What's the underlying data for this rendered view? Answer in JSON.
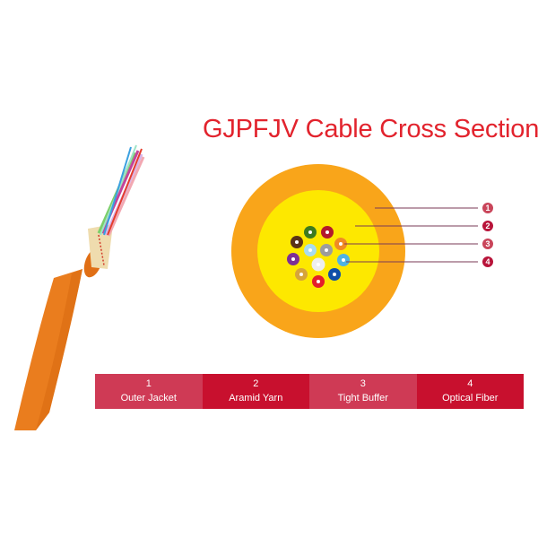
{
  "title": "GJPFJV Cable Cross Section",
  "callouts": [
    {
      "number": "1",
      "color": "#c9455a"
    },
    {
      "number": "2",
      "color": "#b8143a"
    },
    {
      "number": "3",
      "color": "#c9455a"
    },
    {
      "number": "4",
      "color": "#b8143a"
    }
  ],
  "legend": [
    {
      "number": "1",
      "label": "Outer Jacket",
      "color": "#cf3a55"
    },
    {
      "number": "2",
      "label": "Aramid Yarn",
      "color": "#c8102e"
    },
    {
      "number": "3",
      "label": "Tight Buffer",
      "color": "#cf3a55"
    },
    {
      "number": "4",
      "label": "Optical Fiber",
      "color": "#c8102e"
    }
  ],
  "cross_section": {
    "outer_jacket_color": "#f9a51a",
    "aramid_yarn_color": "#fde800",
    "fiber_colors": [
      "#3d7a1f",
      "#b3192d",
      "#f08a24",
      "#5a3318",
      "#a8dcef",
      "#9c9c9c",
      "#7d2f96",
      "#eeeeee",
      "#4fb3e3",
      "#d6a43a",
      "#e41e2b",
      "#0f4fa8"
    ]
  }
}
